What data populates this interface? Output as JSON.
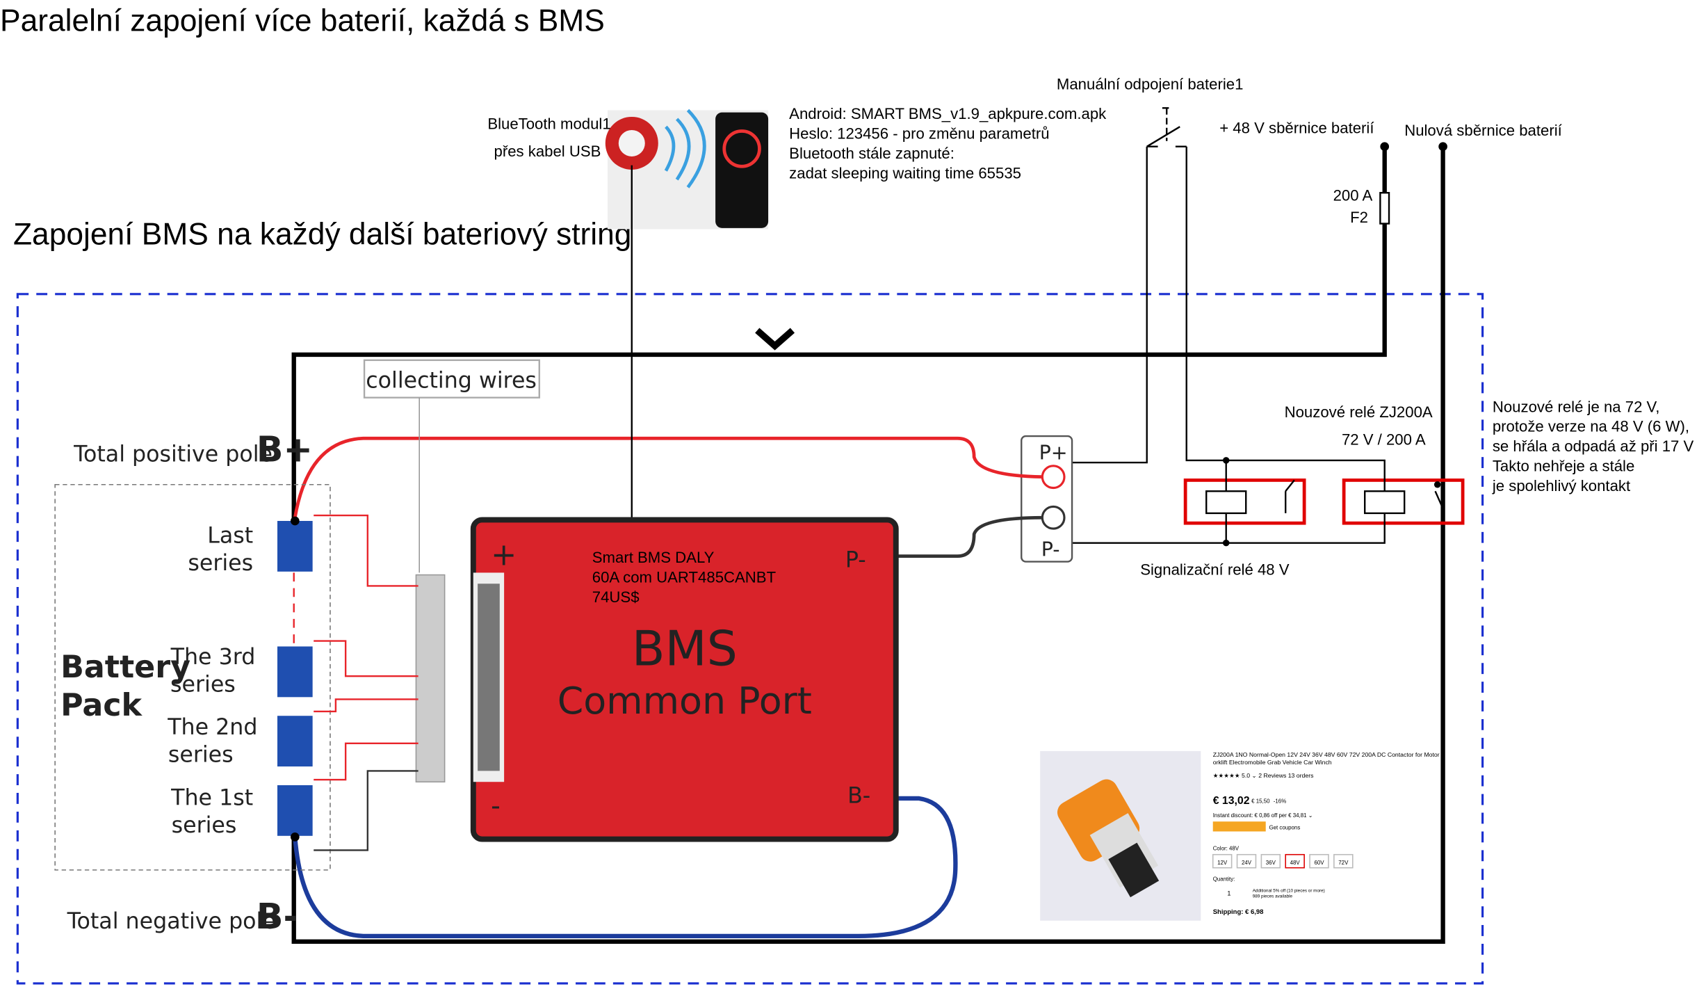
{
  "title": "Paralelní zapojení více baterií, každá s BMS",
  "subtitle": "Zapojení BMS na každý další bateriový string",
  "bluetooth": {
    "line1": "BlueTooth modul1",
    "line2": "přes kabel USB"
  },
  "android_notes": [
    "Android: SMART BMS_v1.9_apkpure.com.apk",
    "Heslo: 123456 - pro změnu parametrů",
    "Bluetooth stále zapnuté:",
    "zadat sleeping waiting time 65535"
  ],
  "manual_disconnect": "Manuální odpojení baterie1",
  "bus_plus": "+ 48 V sběrnice baterií",
  "bus_zero": "Nulová sběrnice baterií",
  "fuse": {
    "rating": "200 A",
    "label": "F2"
  },
  "emergency_relay": {
    "name": "Nouzové relé ZJ200A",
    "rating": "72 V / 200 A"
  },
  "signal_relay": "Signalizační relé 48 V",
  "relay_note": [
    "Nouzové relé je na 72 V,",
    "protože verze na 48 V (6 W),",
    "se hřála a odpadá až při 17 V",
    "Takto nehřeje a stále",
    "je spolehlivý kontakt"
  ],
  "battery": {
    "collecting_wires": "collecting wires",
    "total_positive": "Total positive pole",
    "b_plus": "B+",
    "total_negative": "Total negative pole",
    "b_minus": "B-",
    "pack": [
      "Battery",
      "Pack"
    ],
    "cells": [
      [
        "Last",
        "series"
      ],
      [
        "The 3rd",
        "series"
      ],
      [
        "The 2nd",
        "series"
      ],
      [
        "The 1st",
        "series"
      ]
    ]
  },
  "bms": {
    "note": [
      "Smart BMS DALY",
      "60A com UART485CANBT",
      "74US$"
    ],
    "line1": "BMS",
    "line2": "Common Port",
    "plus": "+",
    "minus": "-",
    "p_minus": "P-",
    "b_minus": "B-",
    "port_p_plus": "P+",
    "port_p_minus": "P-"
  },
  "product": {
    "title": [
      "ZJ200A 1NO Normal-Open 12V 24V 36V 48V 60V 72V 200A DC Contactor for Motor F",
      "orklift Electromobile Grab Vehicle Car Winch"
    ],
    "rating": "★★★★★ 5.0 ⌄  2 Reviews  13 orders",
    "price": "€ 13,02",
    "old_price": "€ 15,50",
    "discount": "-16%",
    "instant": "Instant discount: € 0,86 off per € 34,81 ⌄",
    "coupons": "Get coupons",
    "color_label": "Color: 48V",
    "options": [
      "12V",
      "24V",
      "36V",
      "48V",
      "60V",
      "72V"
    ],
    "selected": "48V",
    "quantity_label": "Quantity:",
    "quantity": "1",
    "qty_note": [
      "Additional 5% off (10 pieces or more)",
      "989 pieces available"
    ],
    "shipping": "Shipping: € 6,98"
  },
  "colors": {
    "wire_red": "#e8242a",
    "bms_red": "#d9232a",
    "relay_box": "#e00000",
    "dash_blue": "#1a2fd0",
    "b_wire": "#1c3c9c",
    "cell_blue": "#1f4fb0"
  }
}
